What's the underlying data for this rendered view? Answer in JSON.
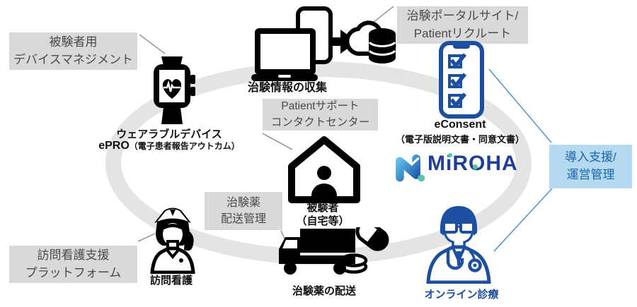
{
  "callouts": {
    "device_management": {
      "line1": "被験者用",
      "line2": "デバイスマネジメント"
    },
    "portal": {
      "line1": "治験ポータルサイト/",
      "line2": "Patientリクルート"
    },
    "patient_support": {
      "line1": "Patientサポート",
      "line2": "コンタクトセンター"
    },
    "drug_delivery": {
      "line1": "治験薬",
      "line2": "配送管理"
    },
    "nurse_platform": {
      "line1": "訪問看護支援",
      "line2": "プラットフォーム"
    },
    "implementation": {
      "line1": "導入支援/",
      "line2": "運営管理"
    }
  },
  "nodes": {
    "collection": {
      "label": "治験情報の収集",
      "icon": "laptop-phone-cloud-database-icon"
    },
    "wearable": {
      "label": "ウェアラブルデバイス",
      "sub_main": "ePRO",
      "sub_paren": "（電子患者報告アウトカム）",
      "icon": "smartwatch-heart-icon"
    },
    "econsent": {
      "label": "eConsent",
      "sub": "（電子版説明文書・同意文書）",
      "icon": "econsent-phone-checklist-icon"
    },
    "subject": {
      "label": "被験者",
      "sub": "（自宅等）",
      "icon": "house-patient-icon"
    },
    "visiting_nurse": {
      "label": "訪問看護",
      "icon": "nurse-icon"
    },
    "drug_delivery": {
      "label": "治験薬の配送",
      "icon": "delivery-truck-medicine-icon"
    },
    "online_care": {
      "label": "オンライン診療",
      "icon": "doctor-icon"
    }
  },
  "logo": {
    "text": "MiROHA"
  },
  "colors": {
    "icon_black": "#000000",
    "accent_blue": "#1d4fa1",
    "logo_navy": "#1e3f97",
    "teal": "#57c3a8",
    "callout_gray_bg": "#d9d9d9",
    "callout_gray_text": "#4a4a4a",
    "highlight_blue_bg": "#b5daef",
    "highlight_blue_text": "#1b64ad",
    "ring_gray": "#e4e4e4",
    "connector_gray": "#8a8a8a",
    "connector_blue": "#4090d0"
  }
}
